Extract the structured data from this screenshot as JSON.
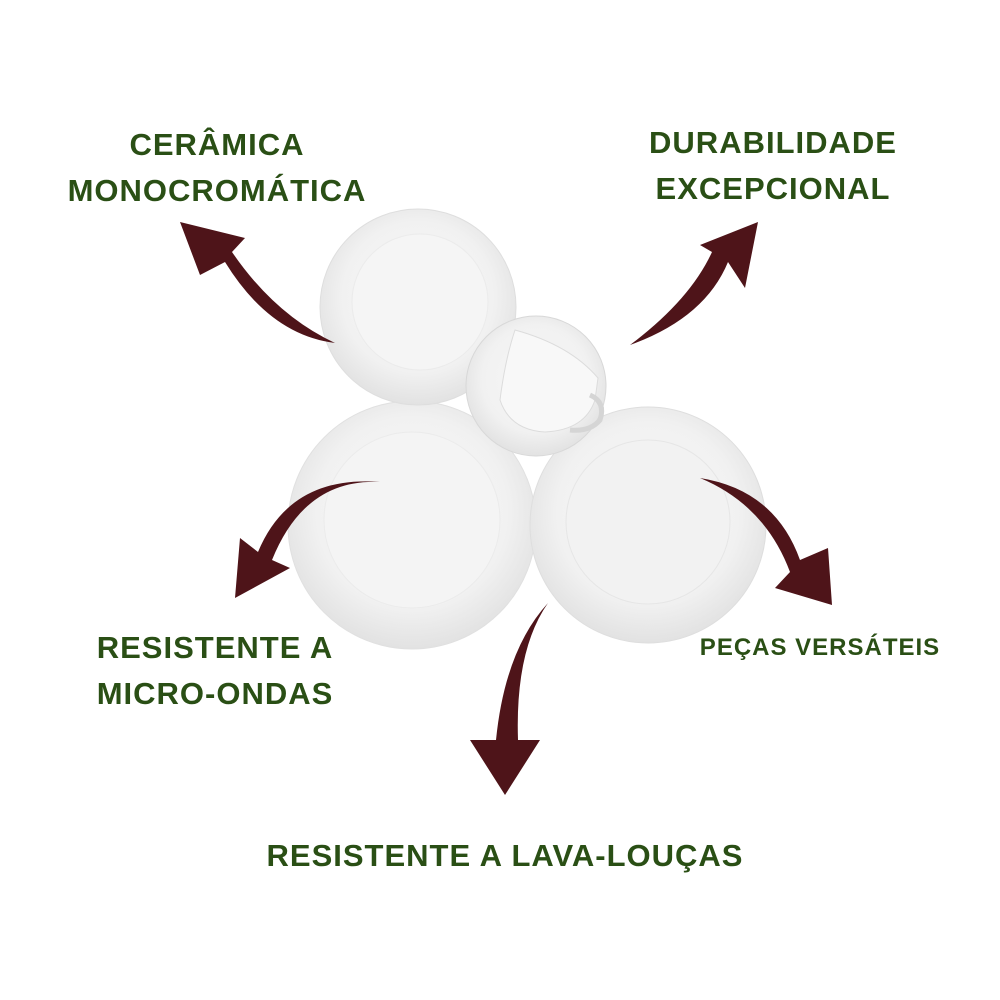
{
  "colors": {
    "text": "#2a4f15",
    "arrow": "#4e1419",
    "plate": "#f3f3f3"
  },
  "features": {
    "ceramic": [
      "CERÂMICA",
      "MONOCROMÁTICA"
    ],
    "durability": [
      "DURABILIDADE",
      "EXCEPCIONAL"
    ],
    "microwave": [
      "RESISTENTE A",
      "MICRO-ONDAS"
    ],
    "versatile": "PEÇAS VERSÁTEIS",
    "dishwasher": "RESISTENTE A LAVA-LOUÇAS"
  }
}
